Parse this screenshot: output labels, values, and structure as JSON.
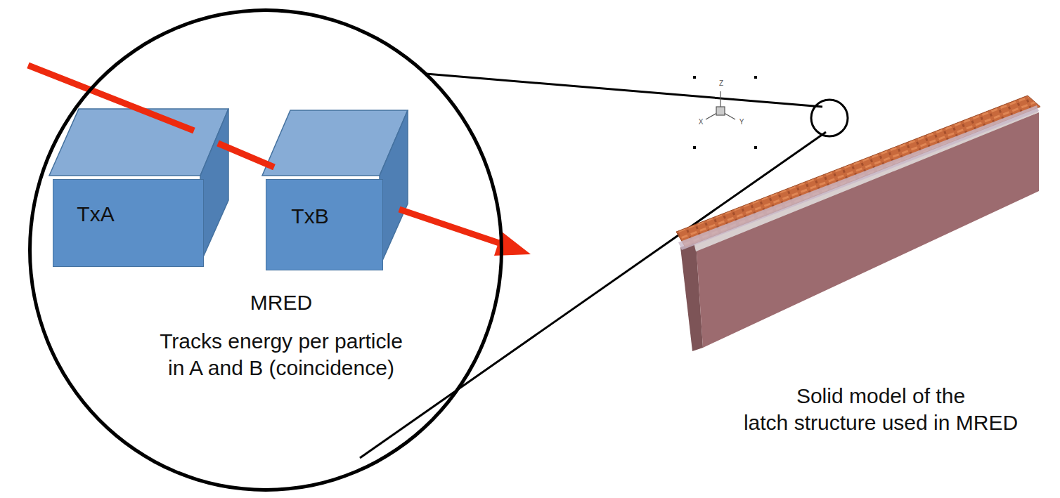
{
  "diagram": {
    "nodes": [
      {
        "text": [
          "MRED",
          "Tracks energy per particle in A and B (coincidence)"
        ]
      },
      {
        "text": [
          "TxA"
        ],
        "in": 0
      },
      {
        "text": [
          "TxB"
        ],
        "in": 0
      }
    ],
    "labels": [
      "Z",
      "X",
      "Y",
      "Solid model of the latch structure used in MRED"
    ]
  }
}
